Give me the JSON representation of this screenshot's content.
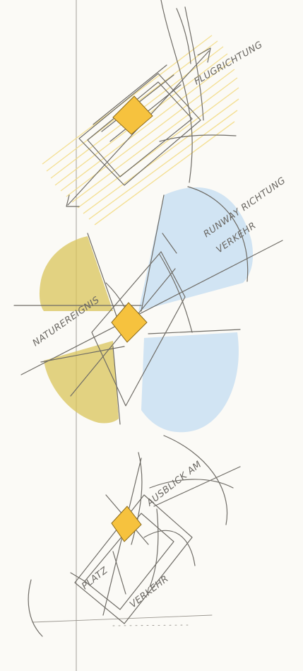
{
  "colors": {
    "paper": "#fbfaf6",
    "pencil": "#6f6c66",
    "yellow_hatch": "#f3dc86",
    "ochre": "#d9c45a",
    "blue": "#c9dff2",
    "core_orange": "#f6c23e"
  },
  "labels": {
    "flight": "FLUGRICHTUNG",
    "runway": "RUNWAY RICHTUNG",
    "traffic_top": "VERKEHR",
    "nature": "NATUREREIGNIS",
    "view": "AUSBLICK AM",
    "plaza": "PLATZ",
    "traffic_bottom": "VERKEHR"
  }
}
